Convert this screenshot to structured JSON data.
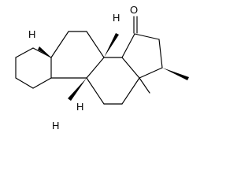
{
  "molecule": {
    "atoms": {
      "oxygen": "O",
      "hydrogen_5": "H",
      "hydrogen_9": "H",
      "hydrogen_8": "H",
      "hydrogen_14": "H"
    }
  }
}
